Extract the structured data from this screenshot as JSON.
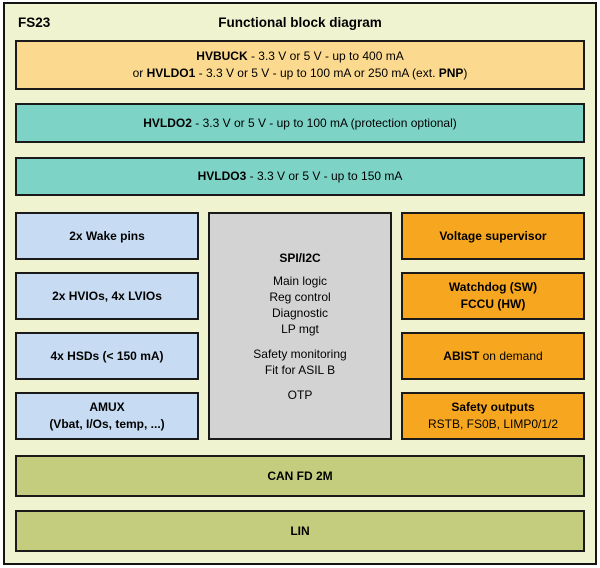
{
  "header": {
    "chip": "FS23",
    "title": "Functional block diagram"
  },
  "colors": {
    "background": "#F0F3D0",
    "border": "#1a1a1a",
    "regulator_tan": "#FBD98F",
    "ldo_teal": "#7DD3C6",
    "io_blue": "#C7DCF2",
    "core_gray": "#D3D3D3",
    "safety_orange": "#F6A71F",
    "comms_olive": "#C4CD7E"
  },
  "blocks": {
    "hvbuck": {
      "l1_bold": "HVBUCK",
      "l1_rest": " - 3.3 V or 5 V - up to 400 mA",
      "l2_pre": "or ",
      "l2_bold": "HVLDO1",
      "l2_mid": " - 3.3 V or 5 V - up to 100 mA or 250 mA (ext. ",
      "l2_bold2": "PNP",
      "l2_post": ")"
    },
    "hvldo2": {
      "bold": "HVLDO2",
      "rest": " - 3.3 V or 5 V - up to 100 mA (protection optional)"
    },
    "hvldo3": {
      "bold": "HVLDO3",
      "rest": " - 3.3 V or 5 V - up to 150 mA"
    },
    "left": [
      {
        "label": "2x Wake pins"
      },
      {
        "label": "2x HVIOs, 4x LVIOs"
      },
      {
        "label": "4x HSDs (< 150 mA)"
      },
      {
        "line1": "AMUX",
        "line2": "(Vbat, I/Os, temp, ...)"
      }
    ],
    "core": {
      "title": "SPI/I2C",
      "group1": [
        "Main logic",
        "Reg control",
        "Diagnostic",
        "LP mgt"
      ],
      "group2": [
        "Safety monitoring",
        "Fit for ASIL B"
      ],
      "otp": "OTP"
    },
    "right": [
      {
        "bold": "Voltage supervisor"
      },
      {
        "bold1": "Watchdog (SW)",
        "bold2": "FCCU (HW)"
      },
      {
        "bold": "ABIST",
        "rest": " on demand"
      },
      {
        "bold": "Safety outputs",
        "rest": "RSTB, FS0B, LIMP0/1/2"
      }
    ],
    "bottom": [
      {
        "label": "CAN FD 2M"
      },
      {
        "label": "LIN"
      }
    ]
  }
}
